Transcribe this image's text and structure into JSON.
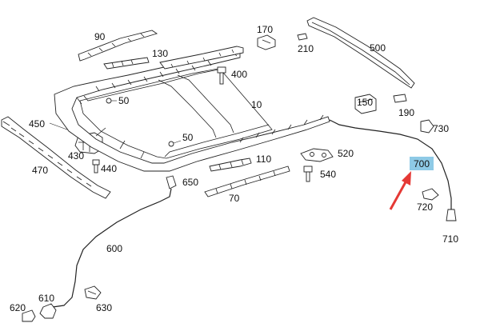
{
  "diagram": {
    "highlight_color": "#8ecae6",
    "arrow_color": "#e53935",
    "highlighted_part": "700",
    "labels": {
      "p90": "90",
      "p130": "130",
      "p170": "170",
      "p210": "210",
      "p500": "500",
      "p400": "400",
      "p50a": "50",
      "p10": "10",
      "p150": "150",
      "p190": "190",
      "p450": "450",
      "p730": "730",
      "p430": "430",
      "p440": "440",
      "p470": "470",
      "p50b": "50",
      "p520": "520",
      "p700": "700",
      "p110": "110",
      "p540": "540",
      "p650": "650",
      "p70": "70",
      "p720": "720",
      "p710": "710",
      "p600": "600",
      "p610": "610",
      "p620": "620",
      "p630": "630"
    }
  }
}
